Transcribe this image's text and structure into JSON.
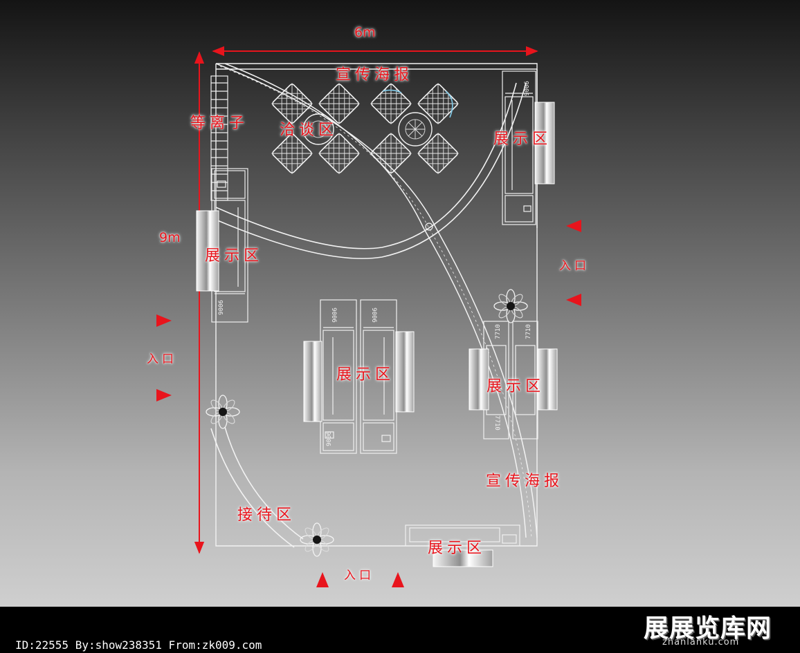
{
  "dimensions": {
    "width_label": "6m",
    "depth_label": "9m"
  },
  "zones": {
    "poster_top": "宣传海报",
    "poster_right": "宣传海报",
    "display_right_upper": "展示区",
    "display_left": "展示区",
    "display_center": "展示区",
    "display_right_lower": "展示区",
    "display_bottom": "展示区",
    "negotiation": "洽谈区",
    "reception": "接待区",
    "plasma": "等离子"
  },
  "entrances": {
    "right": "入口",
    "left": "入口",
    "bottom": "入口"
  },
  "machine_labels": {
    "model_a": "9006",
    "model_b": "7710"
  },
  "footer": {
    "info": "ID:22555 By:show238351 From:zk009.com",
    "watermark": "展展览库网",
    "watermark_url": "zhanlanku.com"
  },
  "colors": {
    "label_red": "#e8141c",
    "line_white": "#f2f2f2",
    "arrow_red": "#e8141c"
  }
}
